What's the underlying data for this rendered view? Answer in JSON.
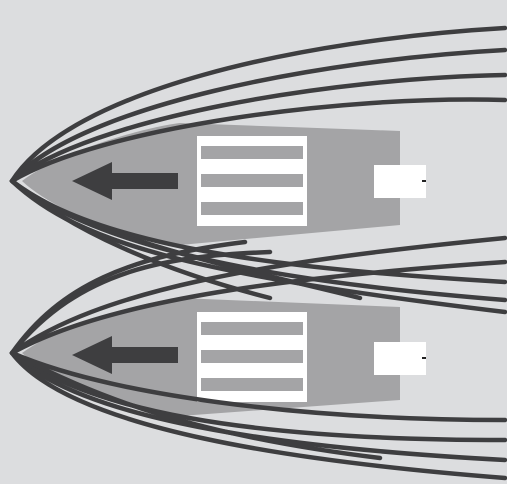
{
  "colors": {
    "background": "#dcdddf",
    "hull": "#a4a4a6",
    "wake_lines": "#3e3e40",
    "arrow": "#3e3e40",
    "deck_panel": "#ffffff",
    "deck_stripes": "#a4a4a6",
    "stern_box": "#ffffff",
    "stern_dot": "#222222"
  },
  "vessels": [
    {
      "name": "upper-vessel",
      "heading": "left",
      "deck_stripe_count": 3,
      "wake_line_count": 9
    },
    {
      "name": "lower-vessel",
      "heading": "left",
      "deck_stripe_count": 3,
      "wake_line_count": 9
    }
  ]
}
